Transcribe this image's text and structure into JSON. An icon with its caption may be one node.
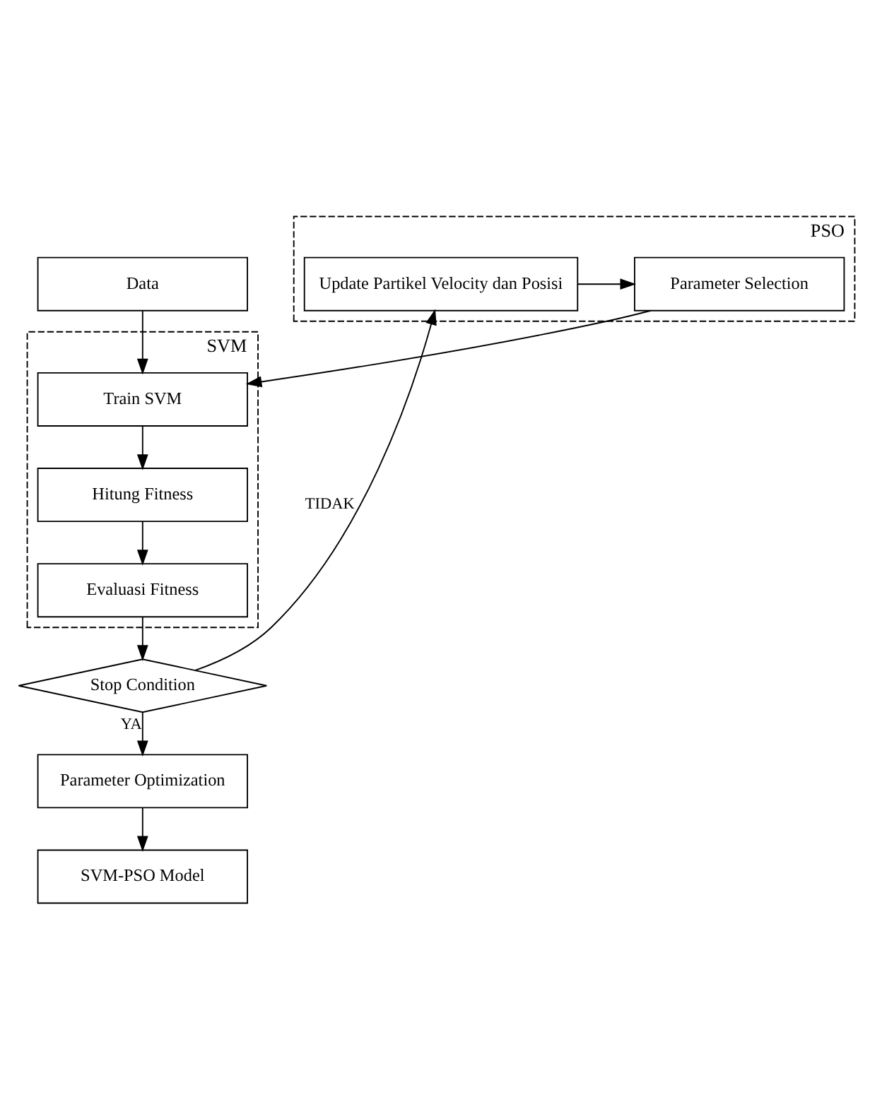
{
  "diagram": {
    "nodes": [
      {
        "text": [
          "Data"
        ]
      },
      {
        "text": [
          "SVM"
        ]
      },
      {
        "text": [
          "Train SVM"
        ],
        "in": 1
      },
      {
        "text": [
          "Hitung Fitness"
        ],
        "in": 1
      },
      {
        "text": [
          "Evaluasi Fitness"
        ],
        "in": 1
      },
      {
        "text": [
          "PSO"
        ]
      },
      {
        "text": [
          "Parameter Selection"
        ],
        "in": 5
      },
      {
        "text": [
          "Update Partikel Velocity dan Posisi"
        ],
        "in": 5
      },
      {
        "text": [
          "Stop Condition"
        ]
      },
      {
        "text": [
          "Parameter Optimization"
        ]
      },
      {
        "text": [
          "SVM-PSO Model"
        ]
      }
    ],
    "edges": [
      {
        "from": 0,
        "to": 2,
        "arrow": "to"
      },
      {
        "from": 2,
        "to": 3,
        "arrow": "to"
      },
      {
        "from": 3,
        "to": 4,
        "arrow": "to"
      },
      {
        "from": 4,
        "to": 8,
        "arrow": "to"
      },
      {
        "from": 8,
        "to": 7,
        "arrow": "to",
        "label": "TIDAK"
      },
      {
        "from": 7,
        "to": 6,
        "arrow": "to"
      },
      {
        "from": 6,
        "to": 2,
        "arrow": "to"
      },
      {
        "from": 8,
        "to": 9,
        "arrow": "to",
        "label": "YA"
      },
      {
        "from": 9,
        "to": 10,
        "arrow": "to"
      }
    ]
  }
}
